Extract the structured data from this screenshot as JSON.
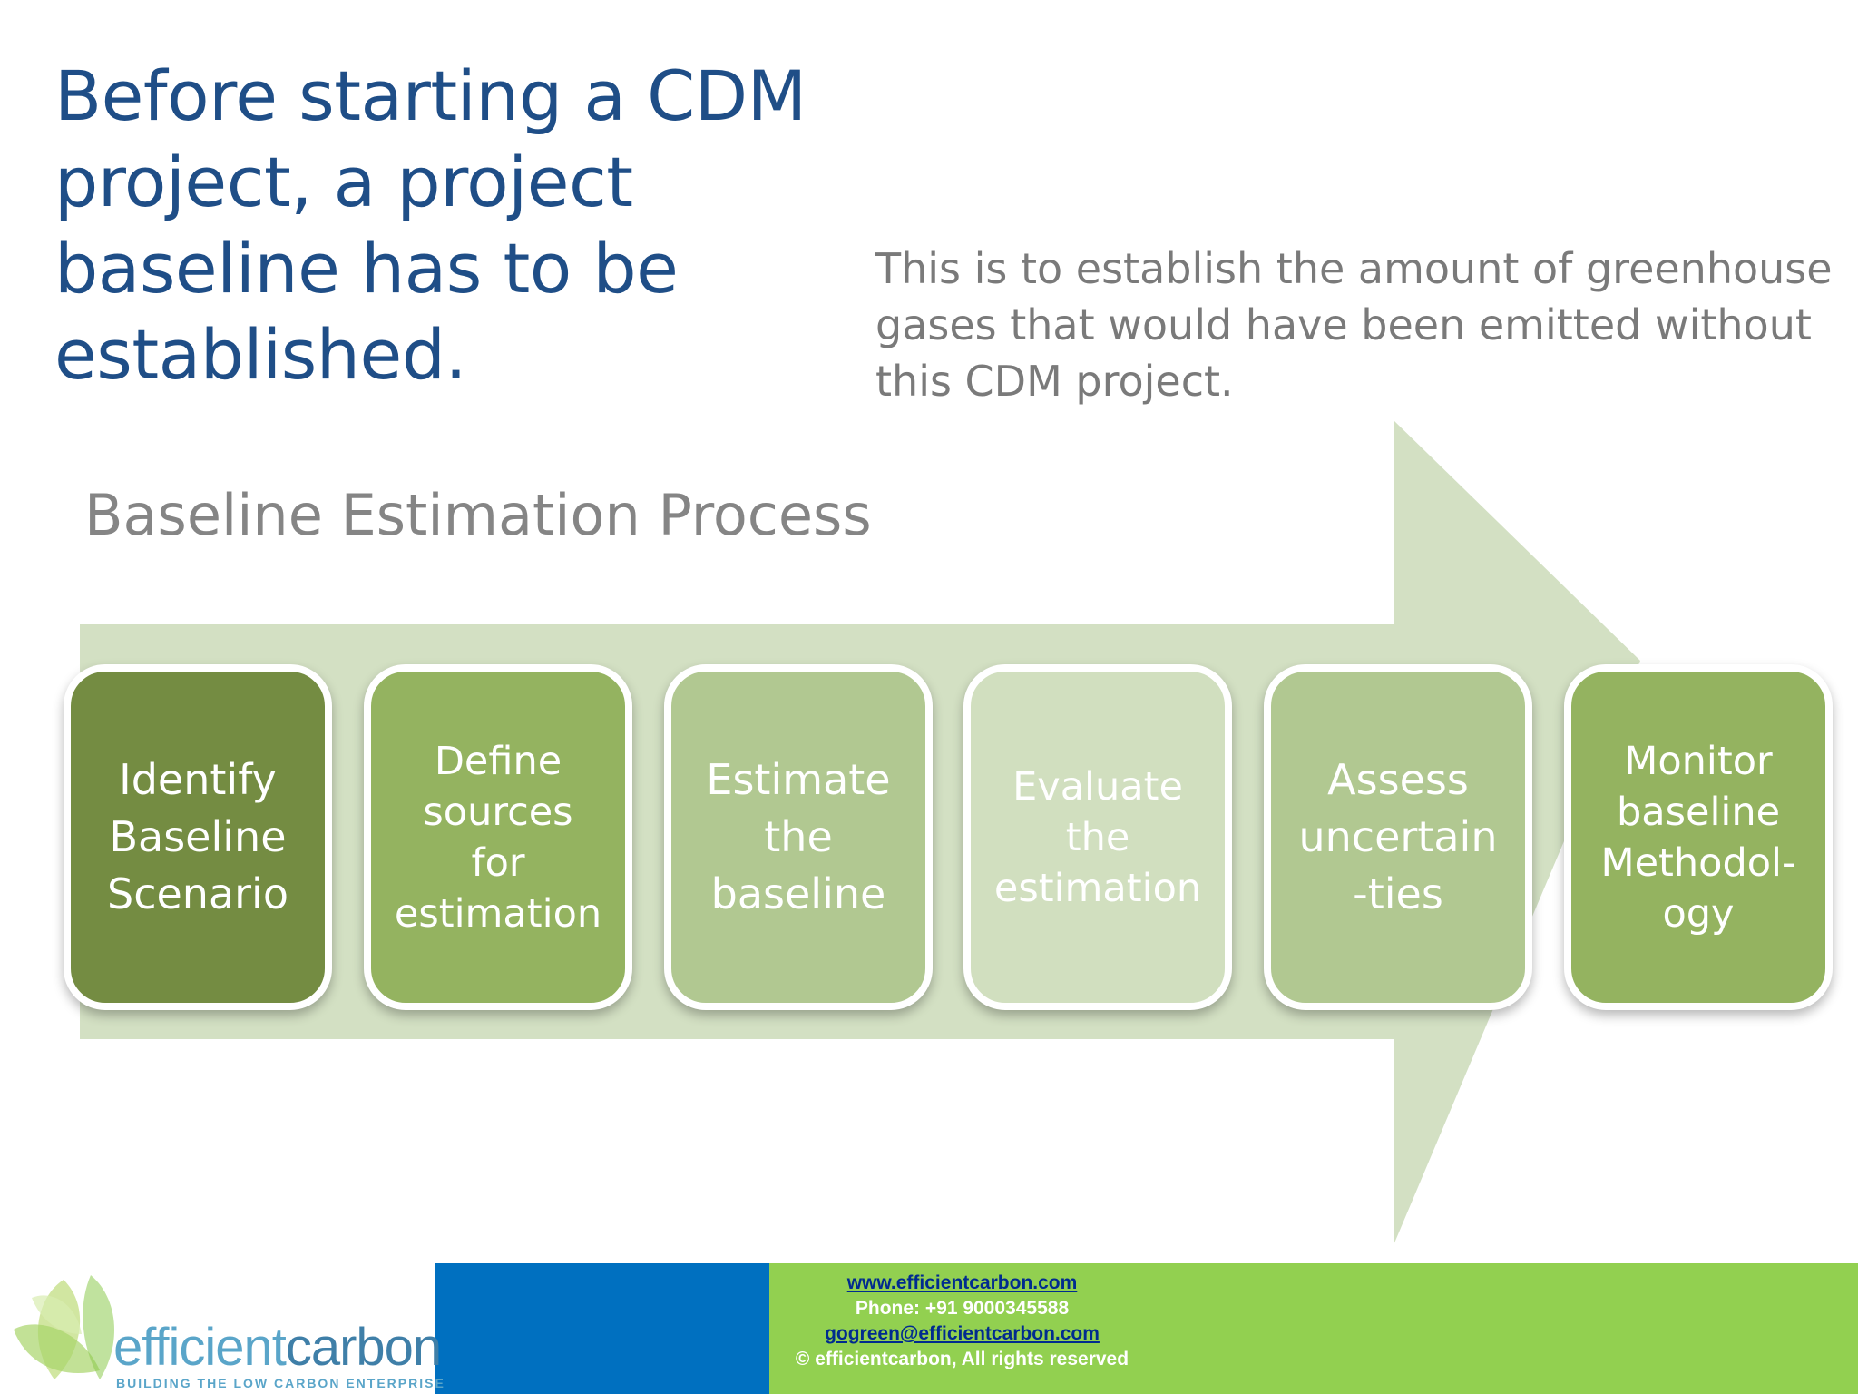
{
  "slide": {
    "title": "Before starting a CDM project, a project baseline has to be established.",
    "subtitle": "This is to establish the amount of greenhouse gases that would have been emitted without this CDM project.",
    "process_heading": "Baseline Estimation Process"
  },
  "steps": [
    {
      "label": "Identify\nBaseline\nScenario",
      "color": "#748c42"
    },
    {
      "label": "Define\nsources\nfor\nestimation",
      "color": "#94b360"
    },
    {
      "label": "Estimate\nthe\nbaseline",
      "color": "#b1c891"
    },
    {
      "label": "Evaluate\nthe\nestimation",
      "color": "#d1dfbf"
    },
    {
      "label": "Assess\nuncertain\n-ties",
      "color": "#b1c891"
    },
    {
      "label": "Monitor\nbaseline\nMethodol-\nogy",
      "color": "#94b360"
    }
  ],
  "arrow_color": "#d3e0c3",
  "footer": {
    "website": "www.efficientcarbon.com",
    "phone": "Phone: +91 9000345588",
    "email": "gogreen@efficientcarbon.com",
    "copyright": "© efficientcarbon, All rights reserved"
  },
  "logo": {
    "name_light": "efficient",
    "name_dark": "carbon",
    "tagline": "BUILDING THE LOW CARBON ENTERPRISE"
  }
}
